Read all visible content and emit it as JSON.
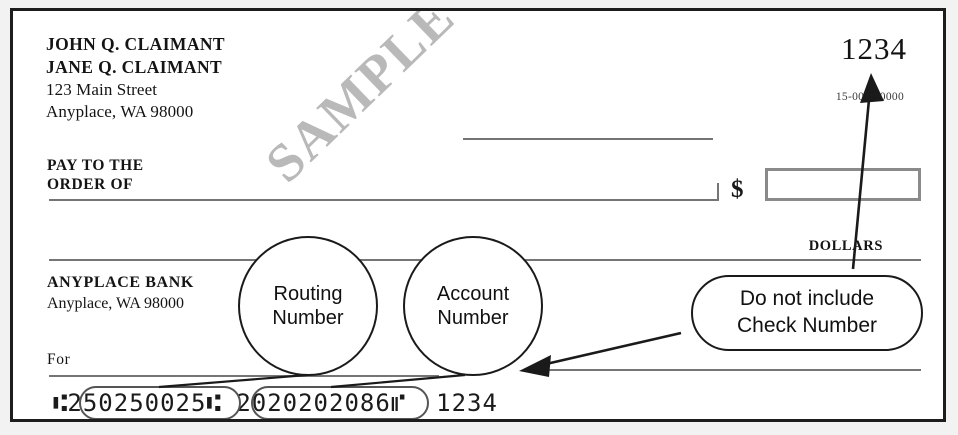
{
  "check": {
    "payer": {
      "name_line_1": "JOHN Q. CLAIMANT",
      "name_line_2": "JANE Q. CLAIMANT",
      "address_line_1": "123 Main Street",
      "address_line_2": "Anyplace, WA 98000"
    },
    "check_number": "1234",
    "fractional_routing_code": "15-0000/0000",
    "pay_to_label_line_1": "PAY TO THE",
    "pay_to_label_line_2": "ORDER OF",
    "payee_value": "",
    "date_value": "",
    "currency_symbol": "$",
    "amount_value": "",
    "dollars_label": "DOLLARS",
    "written_amount_value": "",
    "bank_name": "ANYPLACE BANK",
    "bank_city": "Anyplace, WA 98000",
    "memo_label": "For",
    "memo_value": "",
    "signature_value": "",
    "watermark": "SAMPLE",
    "micr": {
      "transit_symbol_left": "⑆",
      "routing_number": "250250025",
      "transit_symbol_right": "⑆",
      "on_us_symbol_left": "⑆",
      "account_number": "2020202086",
      "on_us_symbol_right": "⑈",
      "check_number": "1234",
      "full_line": "⑆250250025⑆ ⑆2020202086⑈ 1234"
    }
  },
  "annotations": {
    "routing_circle": {
      "line_1": "Routing",
      "line_2": "Number"
    },
    "account_circle": {
      "line_1": "Account",
      "line_2": "Number"
    },
    "callout": {
      "line_1": "Do not include",
      "line_2": "Check Number"
    }
  },
  "colors": {
    "border": "#1d1d1d",
    "rule": "#757575",
    "ink": "#141414",
    "watermark": "#b9b9b9",
    "annotation": "#1a1a1a",
    "page_background": "#f2f2f2",
    "check_background": "#ffffff"
  }
}
